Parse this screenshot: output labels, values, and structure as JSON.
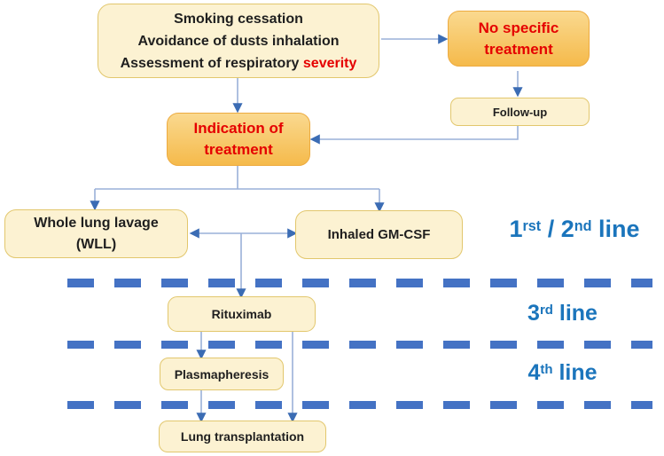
{
  "colors": {
    "box_cream_fill": "#fcf2d2",
    "box_cream_border": "#e2c76d",
    "box_orange_top": "#fad98f",
    "box_orange_bottom": "#f5ba4b",
    "box_orange_border": "#edab40",
    "red_text": "#e50000",
    "black_text": "#1f1f1f",
    "stage_label_blue": "#1b75bc",
    "dash_blue": "#4472c4",
    "connector_line": "#9ab0d8",
    "arrowhead": "#3b6cb4"
  },
  "nodes": {
    "assessment": {
      "line1": "Smoking cessation",
      "line2": "Avoidance of dusts inhalation",
      "line3_prefix": "Assessment of respiratory ",
      "line3_highlight": "severity"
    },
    "no_specific_treatment": {
      "line1": "No specific",
      "line2": "treatment"
    },
    "follow_up": {
      "label": "Follow-up"
    },
    "indication": {
      "line1": "Indication of",
      "line2": "treatment"
    },
    "wll": {
      "line1": "Whole lung lavage",
      "line2": "(WLL)"
    },
    "gmcsf": {
      "label": "Inhaled GM-CSF"
    },
    "rituximab": {
      "label": "Rituximab"
    },
    "plasmapheresis": {
      "label": "Plasmapheresis"
    },
    "lung_transplantation": {
      "label": "Lung transplantation"
    }
  },
  "stage_labels": {
    "first_second": {
      "p1": "1",
      "s1": "rst",
      "p2": " / 2",
      "s2": "nd",
      "p3": " line"
    },
    "third": {
      "p1": "3",
      "s1": "rd",
      "p3": " line"
    },
    "fourth": {
      "p1": "4",
      "s1": "th",
      "p3": " line"
    }
  }
}
